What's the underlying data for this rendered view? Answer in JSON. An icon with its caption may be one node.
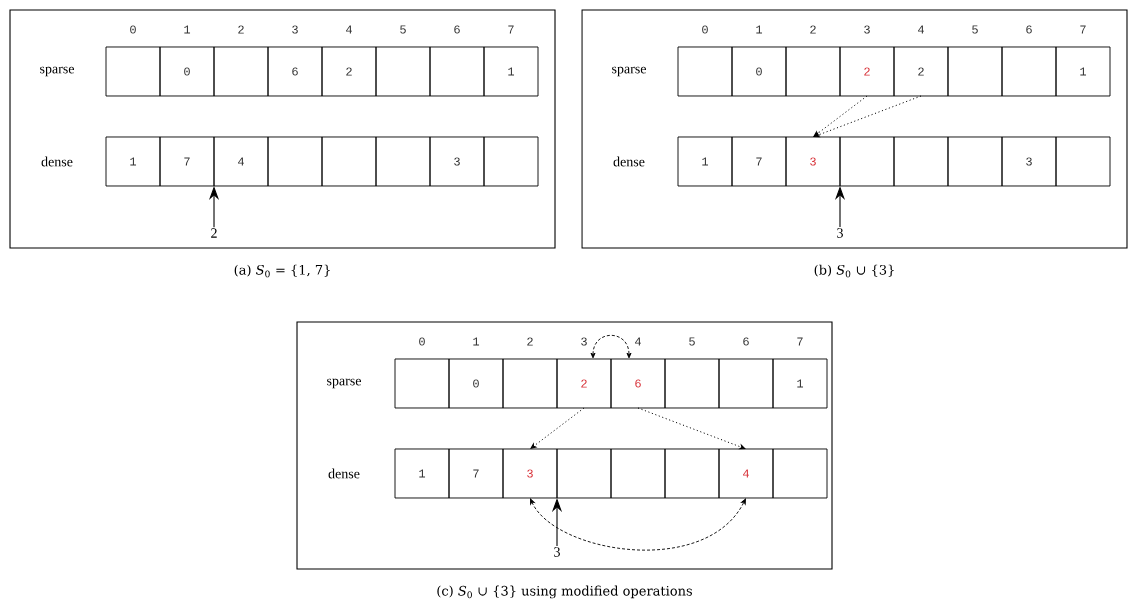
{
  "diagram": {
    "nodes": [
      {
        "text": [
          "(a) *S*$_{0}$ = {1, 7}"
        ]
      },
      {
        "text": [],
        "shape": "box",
        "in": 0
      },
      {
        "text": [
          "0"
        ],
        "in": 0
      },
      {
        "text": [],
        "shape": "box",
        "in": 0
      },
      {
        "text": [
          "6"
        ],
        "in": 0
      },
      {
        "text": [
          "2"
        ],
        "in": 0
      },
      {
        "text": [],
        "shape": "box",
        "in": 0
      },
      {
        "text": [],
        "shape": "box",
        "in": 0
      },
      {
        "text": [
          "1"
        ],
        "in": 0
      },
      {
        "text": [
          "1"
        ],
        "in": 0
      },
      {
        "text": [
          "7"
        ],
        "in": 0
      },
      {
        "text": [
          "4"
        ],
        "in": 0
      },
      {
        "text": [],
        "shape": "box",
        "in": 0
      },
      {
        "text": [],
        "shape": "box",
        "in": 0
      },
      {
        "text": [],
        "shape": "box",
        "in": 0
      },
      {
        "text": [
          "3"
        ],
        "in": 0
      },
      {
        "text": [],
        "shape": "box",
        "in": 0
      },
      {
        "text": [
          "2"
        ],
        "in": 0
      },
      {
        "text": [
          "(b) *S*$_{0}$ ∪ {3}"
        ]
      },
      {
        "text": [],
        "shape": "box",
        "in": 18
      },
      {
        "text": [
          "0"
        ],
        "in": 18
      },
      {
        "text": [],
        "shape": "box",
        "in": 18
      },
      {
        "text": [
          "2"
        ],
        "in": 18
      },
      {
        "text": [
          "2"
        ],
        "in": 18
      },
      {
        "text": [],
        "shape": "box",
        "in": 18
      },
      {
        "text": [],
        "shape": "box",
        "in": 18
      },
      {
        "text": [
          "1"
        ],
        "in": 18
      },
      {
        "text": [
          "1"
        ],
        "in": 18
      },
      {
        "text": [
          "7"
        ],
        "in": 18
      },
      {
        "text": [
          "3"
        ],
        "in": 18
      },
      {
        "text": [],
        "shape": "box",
        "in": 18
      },
      {
        "text": [],
        "shape": "box",
        "in": 18
      },
      {
        "text": [],
        "shape": "box",
        "in": 18
      },
      {
        "text": [
          "3"
        ],
        "in": 18
      },
      {
        "text": [],
        "shape": "box",
        "in": 18
      },
      {
        "text": [
          "3"
        ],
        "in": 18
      },
      {
        "text": [
          "(c) *S*$_{0}$ ∪ {3} using modified operations"
        ]
      },
      {
        "text": [],
        "shape": "box",
        "in": 36
      },
      {
        "text": [
          "0"
        ],
        "in": 36
      },
      {
        "text": [],
        "shape": "box",
        "in": 36
      },
      {
        "text": [
          "2"
        ],
        "in": 36
      },
      {
        "text": [
          "6"
        ],
        "in": 36
      },
      {
        "text": [],
        "shape": "box",
        "in": 36
      },
      {
        "text": [],
        "shape": "box",
        "in": 36
      },
      {
        "text": [
          "1"
        ],
        "in": 36
      },
      {
        "text": [
          "1"
        ],
        "in": 36
      },
      {
        "text": [
          "7"
        ],
        "in": 36
      },
      {
        "text": [
          "3"
        ],
        "in": 36
      },
      {
        "text": [],
        "shape": "box",
        "in": 36
      },
      {
        "text": [],
        "shape": "box",
        "in": 36
      },
      {
        "text": [],
        "shape": "box",
        "in": 36
      },
      {
        "text": [
          "4"
        ],
        "in": 36
      },
      {
        "text": [],
        "shape": "box",
        "in": 36
      },
      {
        "text": [
          "3"
        ],
        "in": 36
      }
    ],
    "edges": [
      {
        "from": 17,
        "to": 10,
        "arrow": "to"
      },
      {
        "from": 22,
        "to": 29,
        "arrow": "to",
        "style": "dashed"
      },
      {
        "from": 23,
        "to": 29,
        "arrow": "to",
        "style": "dashed"
      },
      {
        "from": 35,
        "to": 29,
        "arrow": "to"
      },
      {
        "from": 40,
        "to": 41,
        "arrow": "both",
        "style": "dashed"
      },
      {
        "from": 40,
        "to": 47,
        "arrow": "to",
        "style": "dashed"
      },
      {
        "from": 41,
        "to": 51,
        "arrow": "to",
        "style": "dashed"
      },
      {
        "from": 47,
        "to": 51,
        "arrow": "both",
        "style": "dashed"
      },
      {
        "from": 53,
        "to": 47,
        "arrow": "to"
      }
    ],
    "labels": [
      "0",
      "1",
      "2",
      "3",
      "4",
      "5",
      "6",
      "7",
      "sparse",
      "dense",
      "0",
      "1",
      "2",
      "3",
      "4",
      "5",
      "6",
      "7",
      "sparse",
      "dense",
      "0",
      "1",
      "2",
      "3",
      "4",
      "5",
      "6",
      "7",
      "sparse",
      "dense"
    ]
  }
}
